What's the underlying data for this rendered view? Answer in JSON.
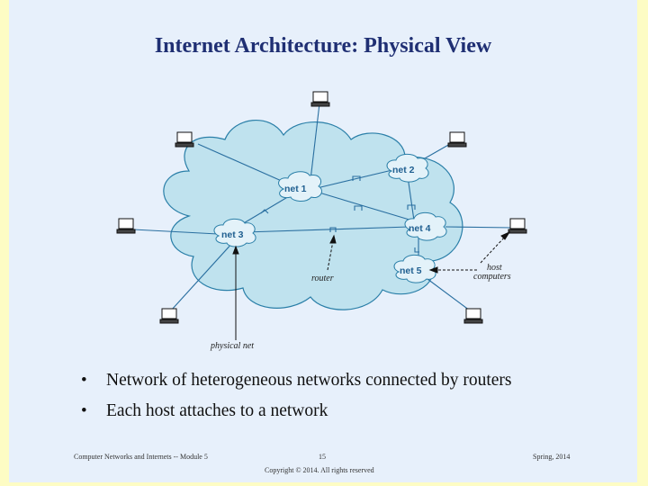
{
  "title": "Internet Architecture: Physical View",
  "diagram": {
    "nets": [
      "net 1",
      "net 2",
      "net 3",
      "net 4",
      "net 5"
    ],
    "labels": {
      "router": "router",
      "host_computers_line1": "host",
      "host_computers_line2": "computers",
      "physical_net": "physical net"
    },
    "colors": {
      "cloud_fill": "#bfe2ee",
      "cloud_stroke": "#2a7fa8",
      "link": "#2a6fa0",
      "label": "#1f5f90"
    }
  },
  "bullets": [
    "Network of heterogeneous networks connected by routers",
    "Each host attaches to a network"
  ],
  "footer": {
    "left": "Computer Networks and Internets -- Module 5",
    "center": "15",
    "right": "Spring, 2014",
    "copyright": "Copyright © 2014. All rights reserved"
  }
}
